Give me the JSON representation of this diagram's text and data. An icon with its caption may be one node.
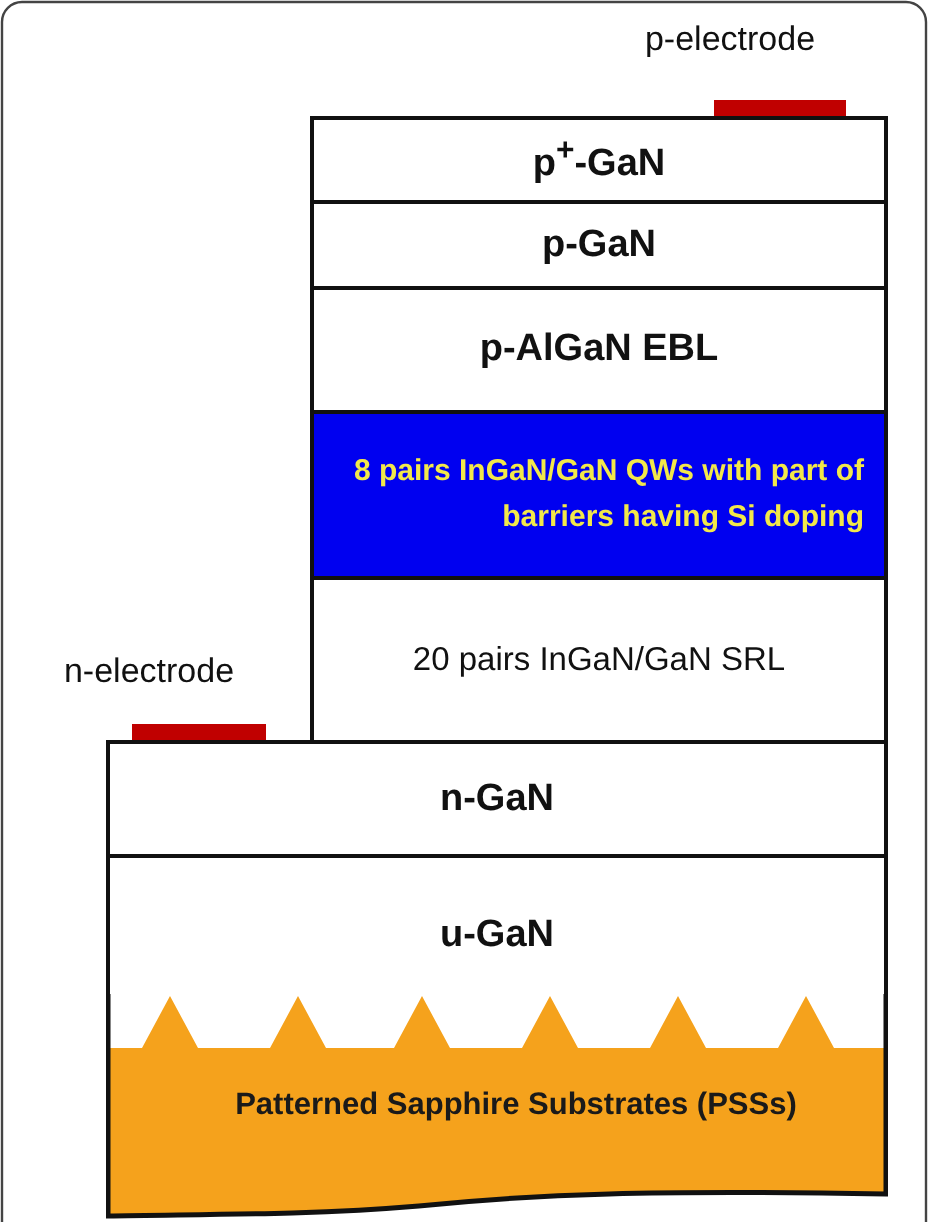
{
  "diagram": {
    "nodes": [
      {
        "text": [
          "p-electrode"
        ]
      },
      {
        "text": [
          "p$^{+}$-GaN"
        ]
      },
      {
        "text": [
          "p-GaN"
        ]
      },
      {
        "text": [
          "p-AlGaN EBL"
        ]
      },
      {
        "text": [
          "8 pairs InGaN/GaN QWs with part of barriers having Si doping"
        ]
      },
      {
        "text": [
          "20 pairs InGaN/GaN SRL"
        ]
      },
      {
        "text": [
          "n-electrode"
        ]
      },
      {
        "text": [
          "n-GaN"
        ]
      },
      {
        "text": [
          "u-GaN"
        ]
      },
      {
        "text": [
          "Patterned Sapphire Substrates (PSSs)"
        ]
      }
    ]
  }
}
